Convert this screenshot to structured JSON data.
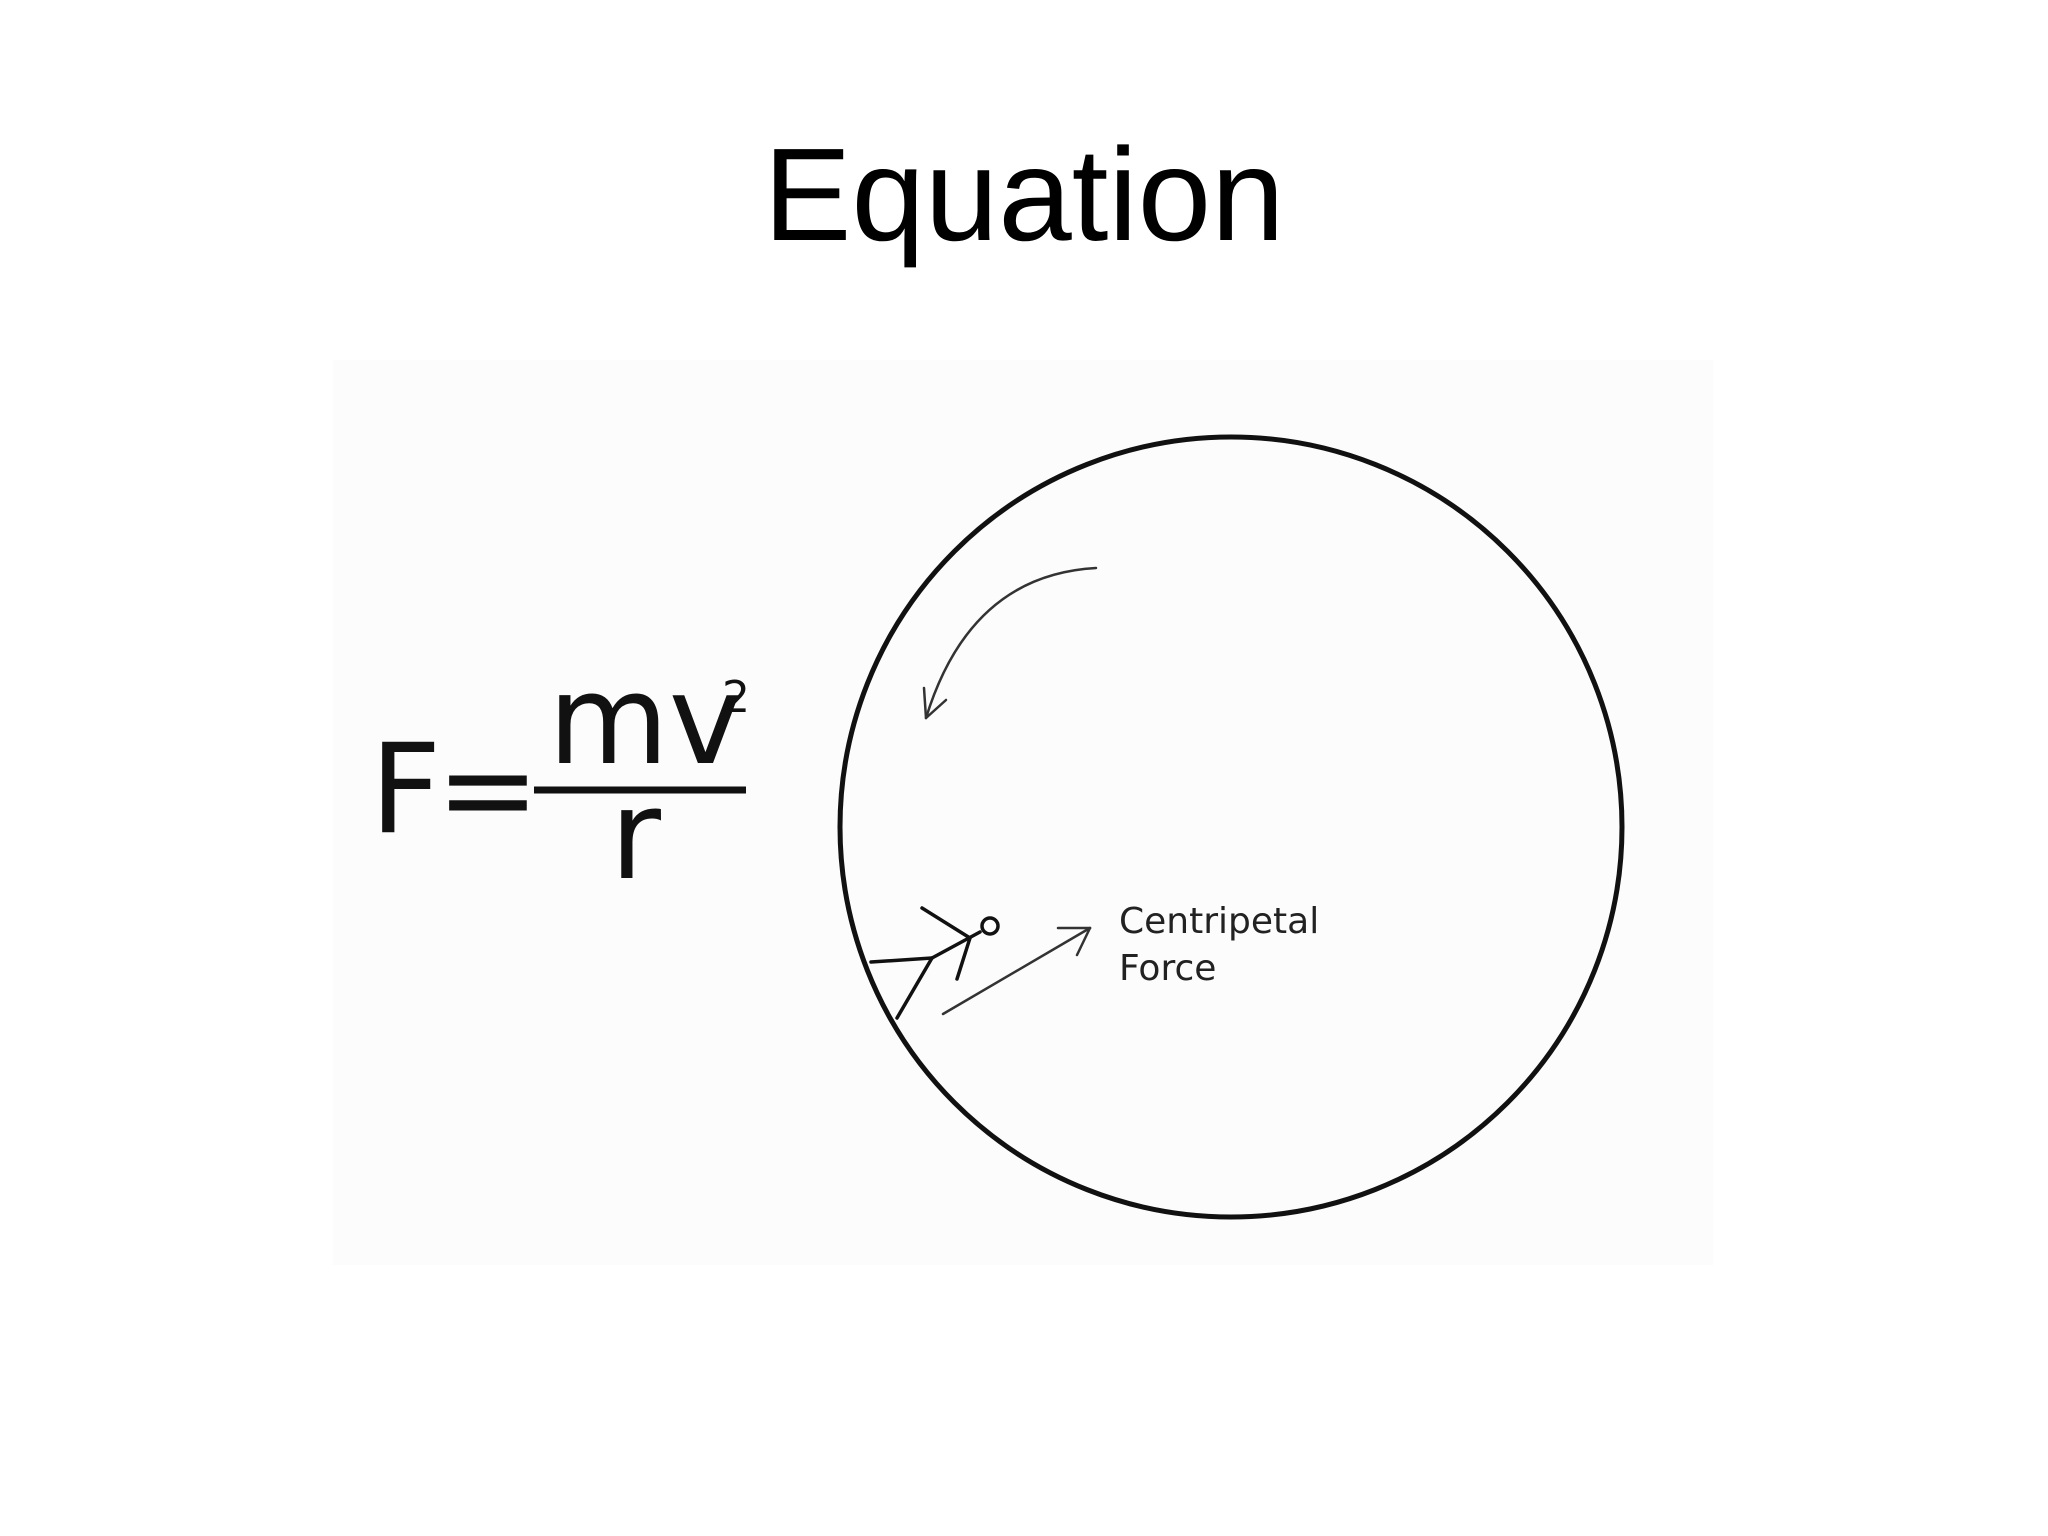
{
  "slide": {
    "title": "Equation"
  },
  "formula": {
    "lhs": "F",
    "equals": "=",
    "numerator": "mv",
    "exponent": "2",
    "denominator": "r"
  },
  "diagram": {
    "force_label_line1": "Centripetal",
    "force_label_line2": "Force",
    "icons": [
      "rotation-arrow-icon",
      "stick-figure-icon",
      "force-arrow-icon"
    ]
  }
}
